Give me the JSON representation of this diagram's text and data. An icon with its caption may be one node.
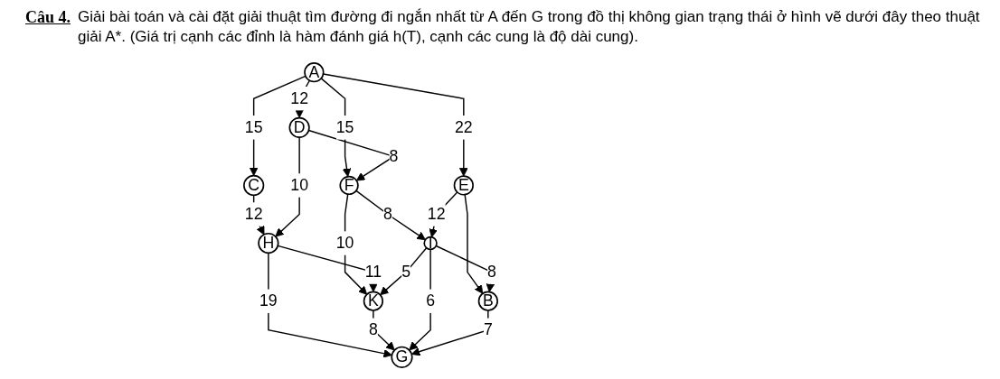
{
  "diagram": {
    "title": "Câu 4.",
    "nodes": [
      {
        "text": [
          "A"
        ]
      },
      {
        "text": [
          "C"
        ]
      },
      {
        "text": [
          "D"
        ]
      },
      {
        "text": [
          "F"
        ]
      },
      {
        "text": [
          "E"
        ]
      },
      {
        "text": [
          "H"
        ]
      },
      {
        "text": [
          "K"
        ]
      },
      {
        "text": [
          "I"
        ]
      },
      {
        "text": [
          "B"
        ]
      },
      {
        "text": [
          "G"
        ]
      }
    ],
    "edges": [
      {
        "from": 0,
        "to": 1,
        "arrow": "to",
        "label": "15"
      },
      {
        "from": 0,
        "to": 2,
        "arrow": "to",
        "label": "12"
      },
      {
        "from": 0,
        "to": 3,
        "arrow": "to",
        "label": "15"
      },
      {
        "from": 0,
        "to": 4,
        "arrow": "to",
        "label": "22"
      },
      {
        "from": 2,
        "to": 3,
        "arrow": "to",
        "label": "8"
      },
      {
        "from": 1,
        "to": 5,
        "arrow": "to",
        "label": "12"
      },
      {
        "from": 2,
        "to": 5,
        "arrow": "to",
        "label": "10"
      },
      {
        "from": 3,
        "to": 6,
        "arrow": "to",
        "label": "10"
      },
      {
        "from": 3,
        "to": 7,
        "arrow": "to",
        "label": "8"
      },
      {
        "from": 4,
        "to": 7,
        "arrow": "to",
        "label": "12"
      },
      {
        "from": 4,
        "to": 8,
        "arrow": "to"
      },
      {
        "from": 5,
        "to": 6,
        "arrow": "to",
        "label": "11"
      },
      {
        "from": 7,
        "to": 6,
        "arrow": "to",
        "label": "5"
      },
      {
        "from": 5,
        "to": 9,
        "arrow": "to",
        "label": "19"
      },
      {
        "from": 6,
        "to": 9,
        "arrow": "to",
        "label": "8"
      },
      {
        "from": 7,
        "to": 9,
        "arrow": "to",
        "label": "6"
      },
      {
        "from": 7,
        "to": 8,
        "arrow": "to",
        "label": "8"
      },
      {
        "from": 8,
        "to": 9,
        "arrow": "to",
        "label": "7"
      }
    ],
    "labels": [
      "Giải bài toán và cài đặt giải thuật tìm đường đi ngắn nhất từ A đến G trong đồ thị không gian trạng thái ở hình vẽ dưới đây theo thuật giải A*. (Giá trị cạnh các đỉnh là hàm đánh giá h(T), cạnh các cung là độ dài cung)."
    ]
  }
}
